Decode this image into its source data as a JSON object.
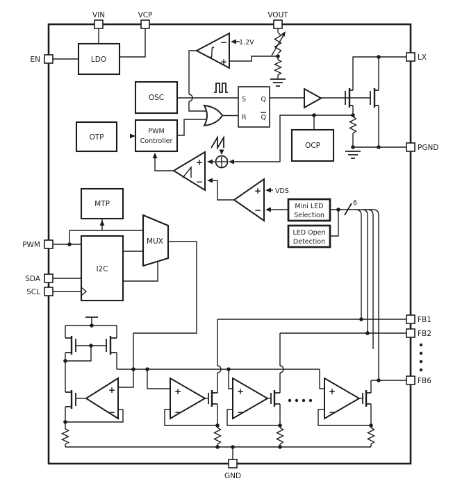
{
  "pins": {
    "vin": "VIN",
    "vcp": "VCP",
    "vout": "VOUT",
    "en": "EN",
    "pwm": "PWM",
    "sda": "SDA",
    "scl": "SCL",
    "lx": "LX",
    "pgnd": "PGND",
    "fb1": "FB1",
    "fb2": "FB2",
    "fb6": "FB6",
    "gnd": "GND"
  },
  "blocks": {
    "ldo": "LDO",
    "osc": "OSC",
    "otp": "OTP",
    "pwm_ctrl_line1": "PWM",
    "pwm_ctrl_line2": "Controller",
    "ocp": "OCP",
    "mtp": "MTP",
    "i2c": "I2C",
    "mux": "MUX",
    "mini_led_line1": "Mini LED",
    "mini_led_line2": "Selection",
    "led_open_line1": "LED Open",
    "led_open_line2": "Detection"
  },
  "latch": {
    "s": "S",
    "r": "R",
    "q": "Q",
    "q_bar": "Q"
  },
  "labels": {
    "vref": "1.2V",
    "vds": "VDS",
    "bus_width": "6"
  },
  "sym": {
    "plus": "+",
    "minus": "−",
    "integral": "∫"
  },
  "colors": {
    "ink": "#1c1c1c",
    "paper": "#ffffff"
  }
}
